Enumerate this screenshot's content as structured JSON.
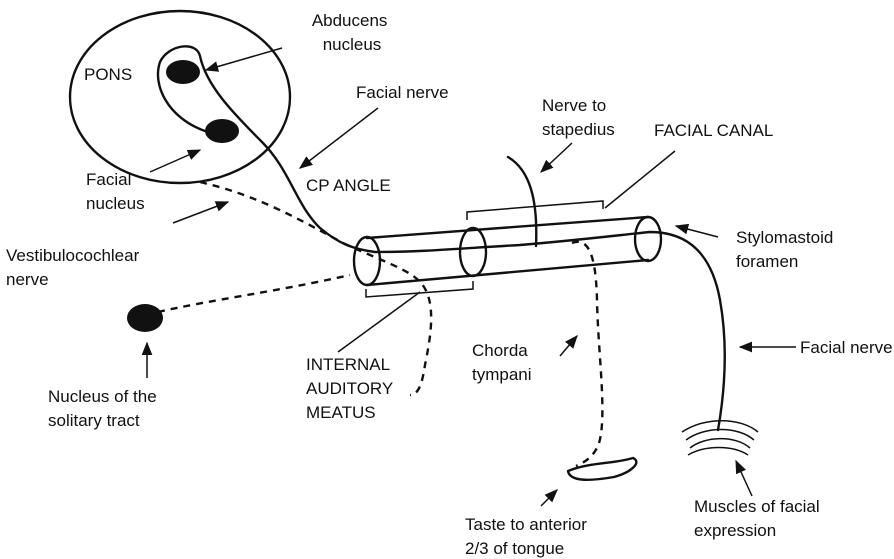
{
  "labels": {
    "abducens": [
      "Abducens",
      "nucleus"
    ],
    "pons": "PONS",
    "facial_nerve_top": "Facial nerve",
    "nerve_to_stapedius": [
      "Nerve to",
      "stapedius"
    ],
    "facial_canal": "FACIAL CANAL",
    "facial_nucleus": [
      "Facial",
      "nucleus"
    ],
    "cp_angle": "CP ANGLE",
    "vestibulocochlear": [
      "Vestibulocochlear",
      "nerve"
    ],
    "stylomastoid": [
      "Stylomastoid",
      "foramen"
    ],
    "internal_auditory_meatus": [
      "INTERNAL",
      "AUDITORY",
      "MEATUS"
    ],
    "chorda_tympani": [
      "Chorda",
      "tympani"
    ],
    "facial_nerve_right": "Facial nerve",
    "nucleus_solitary": [
      "Nucleus of the",
      "solitary tract"
    ],
    "taste": [
      "Taste to anterior",
      "2/3 of tongue"
    ],
    "muscles": [
      "Muscles of facial",
      "expression"
    ]
  }
}
